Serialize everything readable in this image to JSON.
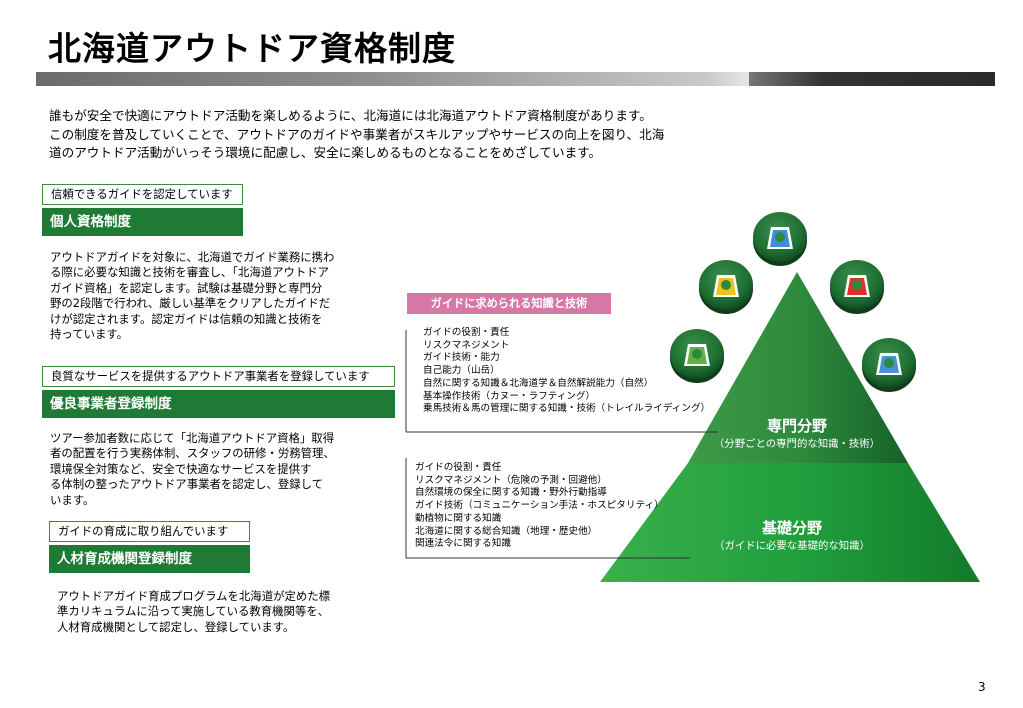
{
  "page": {
    "title": "北海道アウトドア資格制度",
    "number": "3"
  },
  "intro": [
    "誰もが安全で快適にアウトドア活動を楽しめるように、北海道には北海道アウトドア資格制度があります。",
    "この制度を普及していくことで、アウトドアのガイドや事業者がスキルアップやサービスの向上を図り、北海",
    "道のアウトドア活動がいっそう環境に配慮し、安全に楽しめるものとなることをめざしています。"
  ],
  "sections": [
    {
      "label": "信頼できるガイドを認定しています",
      "heading": "個人資格制度",
      "description": [
        "アウトドアガイドを対象に、北海道でガイド業務に携わ",
        "る際に必要な知識と技術を審査し、「北海道アウトドア",
        "ガイド資格」を認定します。試験は基礎分野と専門分",
        "野の2段階で行われ、厳しい基準をクリアしたガイドだ",
        "けが認定されます。認定ガイドは信頼の知識と技術を",
        "持っています。"
      ]
    },
    {
      "label": "良質なサービスを提供するアウトドア事業者を登録しています",
      "heading": "優良事業者登録制度",
      "description": [
        "ツアー参加者数に応じて「北海道アウトドア資格」取得",
        "者の配置を行う実務体制、スタッフの研修・労務管理、",
        "環境保全対策など、安全で快適なサービスを提供す",
        "る体制の整ったアウトドア事業者を認定し、登録して",
        "います。"
      ]
    },
    {
      "label": "ガイドの育成に取り組んでいます",
      "heading": "人材育成機関登録制度",
      "description": [
        "アウトドアガイド育成プログラムを北海道が定めた標",
        "準カリキュラムに沿って実施している教育機関等を、",
        "人材育成機関として認定し、登録しています。"
      ]
    }
  ],
  "pyramid": {
    "tag": "ガイドに求められる知識と技術",
    "specialty": {
      "title": "専門分野",
      "subtitle": "（分野ごとの専門的な知識・技術）",
      "items": [
        "ガイドの役割・責任",
        "リスクマネジメント",
        "ガイド技術・能力",
        "自己能力（山岳）",
        "自然に関する知識＆北海道学＆自然解説能力（自然）",
        "基本操作技術（カヌー・ラフティング）",
        "乗馬技術＆馬の管理に関する知識・技術（トレイルライディング）"
      ]
    },
    "basic": {
      "title": "基礎分野",
      "subtitle": "（ガイドに必要な基礎的な知識）",
      "items": [
        "ガイドの役割・責任",
        "リスクマネジメント（危険の予測・回避他）",
        "自然環境の保全に関する知識・野外行動指導",
        "ガイド技術（コミュニケーション手法・ホスピタリティ）",
        "動植物に関する知識",
        "北海道に関する総合知識（地理・歴史他）",
        "関連法令に関する知識"
      ]
    },
    "colors": {
      "top_green": "#2e8b3d",
      "bottom_green": "#1f9e3c",
      "pink": "#d777a6",
      "badge_blue": "#4a90d8",
      "badge_yellow": "#f0c020",
      "badge_red": "#d8342c",
      "badge_green": "#5fb24a"
    }
  }
}
